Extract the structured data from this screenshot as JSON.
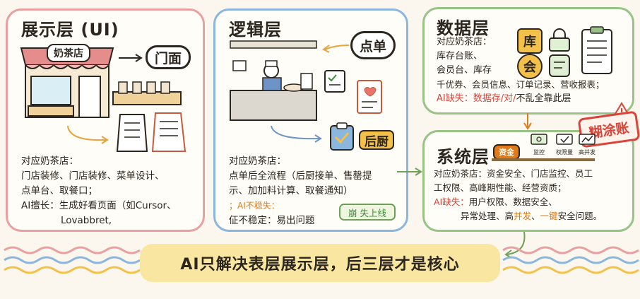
{
  "colors": {
    "background": "#fbf7ee",
    "ui_card_border": "#e8a0a0",
    "logic_card_border": "#8bb6de",
    "data_card_border": "#98c286",
    "system_card_border": "#98c286",
    "highlight_red": "#d9443a",
    "highlight_orange": "#e07a1a",
    "banner": "#f9e6a1"
  },
  "ui_layer": {
    "title": "展示层 (UI)",
    "shop_sign": "奶茶店",
    "storefront_label": "门面",
    "desc_line1": "对应奶茶店：",
    "desc_line2": "门店装修、门店装修、菜单设计、",
    "desc_line3": "点单台、取餐口；",
    "ai_prefix": "AI擅长：",
    "ai_text": "生成好看页面（如Cursor、",
    "ai_text2": "Lovabbret,"
  },
  "logic_layer": {
    "title": "逻辑层",
    "order_label": "点单",
    "kitchen_label": "后厨",
    "desc_line1": "对应奶茶店：",
    "desc_line2": "点单后全流程（后厨接单、售罄提",
    "desc_line3": "示、加加料计算、取餐通知）",
    "ai_note": "；AI不稳失：",
    "ai_text": "佂不稳定：易出问题",
    "sticker": "崩 失上线"
  },
  "data_layer": {
    "title": "数据层",
    "icon_labels": [
      "库",
      "会"
    ],
    "desc_line1": "对应奶茶店：",
    "desc_line2": "库存台账、",
    "desc_line3": "会员台、库存",
    "desc_line4": "千优券、会员信息、订单记录、营收报表；",
    "ai_prefix": "AI缺失：",
    "ai_text": "数据存/对/",
    "ai_text_tail": "不乱全靠此层"
  },
  "system_layer": {
    "title": "系统层",
    "tag_label": "资金",
    "icon_labels": [
      "监控",
      "权限量",
      "高并发"
    ],
    "stamp": "糊涂账",
    "desc_line1": "对应奶茶店：资金安全、门店监控、员工",
    "desc_line2": "工权限、高峰期性能、经营资质；",
    "ai_prefix": "AI缺失：",
    "ai_text": "用户权限、数据安全、",
    "ai_text2a": "异常处理、高",
    "ai_text2b": "并发",
    "ai_text2c": "、",
    "ai_text2d": "一键",
    "ai_text2e": "安全问题。"
  },
  "banner": {
    "text": "AI只解决表层展示层，后三层才是核心"
  }
}
